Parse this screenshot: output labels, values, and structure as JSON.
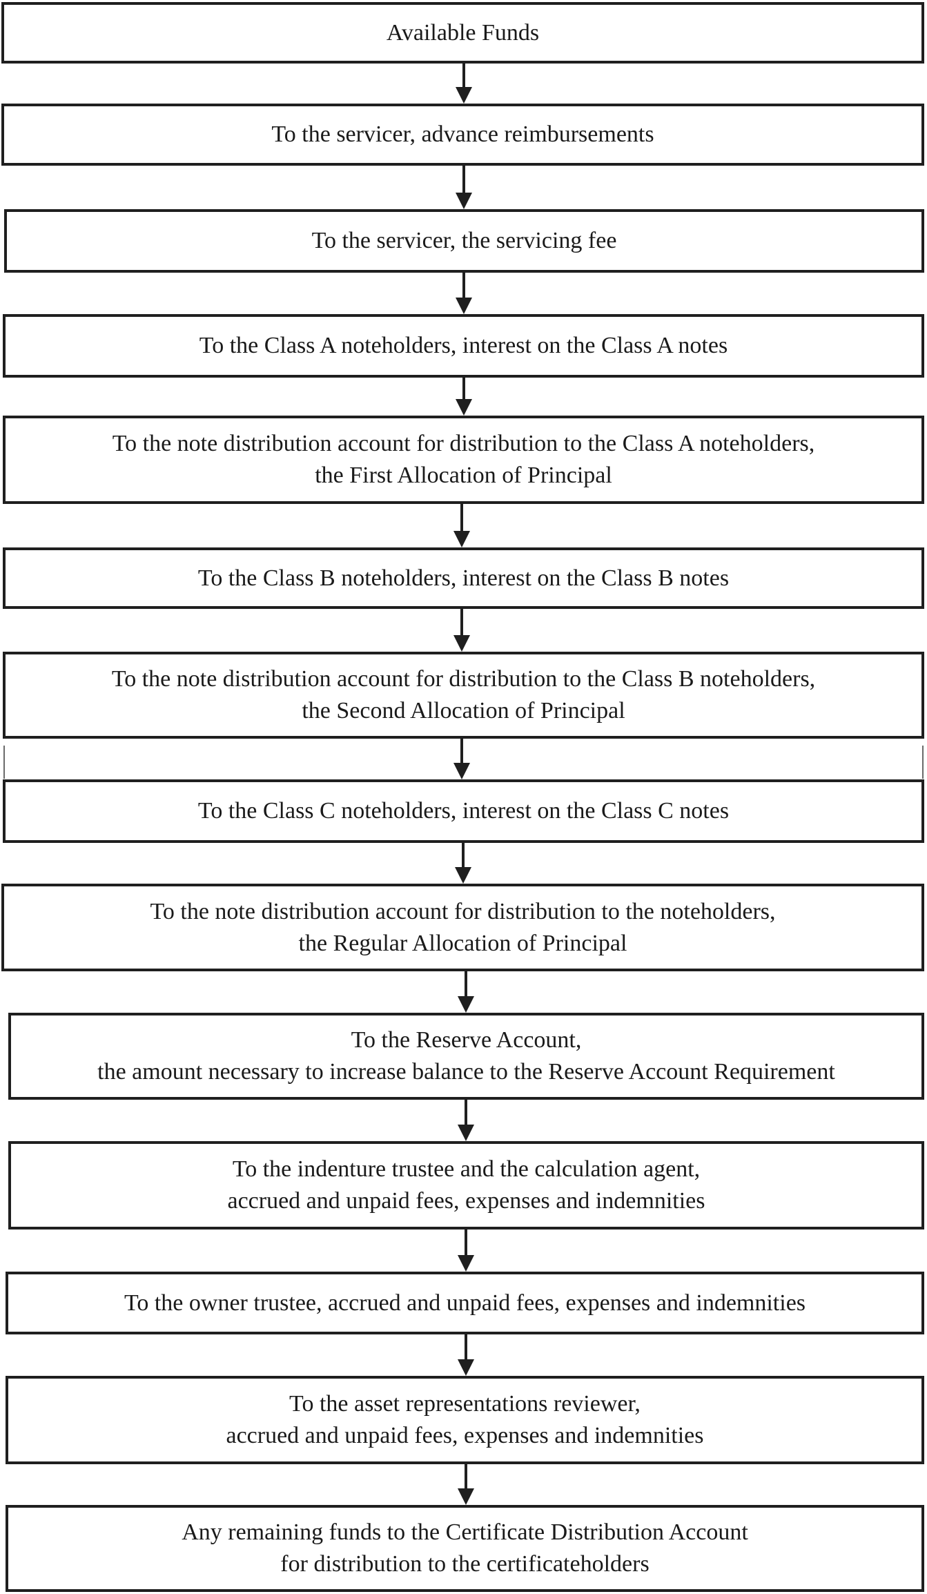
{
  "steps": [
    {
      "lines": [
        "Available Funds"
      ]
    },
    {
      "lines": [
        "To the servicer, advance reimbursements"
      ]
    },
    {
      "lines": [
        "To the servicer, the servicing fee"
      ]
    },
    {
      "lines": [
        "To the Class A noteholders, interest on the Class A notes"
      ]
    },
    {
      "lines": [
        "To the note distribution account for distribution to the Class A noteholders,",
        "the First Allocation of Principal"
      ]
    },
    {
      "lines": [
        "To the Class B noteholders, interest on the Class B notes"
      ]
    },
    {
      "lines": [
        "To the note distribution account for distribution to the Class B noteholders,",
        "the Second Allocation of Principal"
      ]
    },
    {
      "lines": [
        "To the Class C noteholders, interest on the Class C notes"
      ]
    },
    {
      "lines": [
        "To the note distribution account for distribution to the noteholders,",
        "the Regular Allocation of Principal"
      ]
    },
    {
      "lines": [
        "To the Reserve Account,",
        "the amount necessary to increase balance to the Reserve Account Requirement"
      ]
    },
    {
      "lines": [
        "To the indenture trustee and the calculation agent,",
        "accrued and unpaid fees, expenses and indemnities"
      ]
    },
    {
      "lines": [
        "To the owner trustee, accrued and unpaid fees, expenses and indemnities"
      ]
    },
    {
      "lines": [
        "To the asset representations reviewer,",
        "accrued and unpaid fees, expenses and indemnities"
      ]
    },
    {
      "lines": [
        "Any remaining funds to the Certificate Distribution Account",
        "for distribution to the certificateholders"
      ]
    }
  ]
}
